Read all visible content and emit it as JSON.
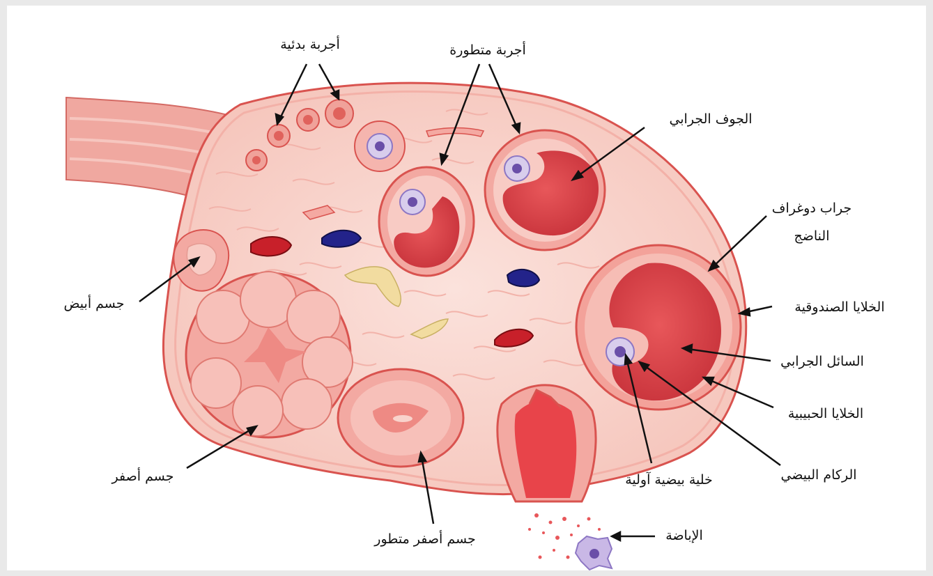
{
  "labels": {
    "primordial_follicles": "أجربة بدئية",
    "developing_follicles": "أجربة متطورة",
    "follicular_cavity": "الجوف الجرابي",
    "graafian_follicle_line1": "جراب دوغراف",
    "graafian_follicle_line2": "الناضج",
    "theca_cells": "الخلايا الصندوقية",
    "follicular_fluid": "السائل الجرابي",
    "granulosa_cells": "الخلايا الحبيبية",
    "cumulus_oophorus": "الركام البيضي",
    "primary_oocyte": "خلية بيضية آولية",
    "ovulation": "الإباضة",
    "developing_corpus_luteum": "جسم أصفر متطور",
    "corpus_luteum": "جسم أصفر",
    "corpus_albicans": "جسم أبيض"
  },
  "colors": {
    "tissue": "#f9d3cc",
    "outline": "#d9534f",
    "follicle_fluid": "#e8575a",
    "oocyte": "#b9a8dc",
    "nucleus": "#6a4fa8",
    "artery": "#c8202a",
    "vein": "#23238a",
    "nerve": "#f2dca0"
  }
}
